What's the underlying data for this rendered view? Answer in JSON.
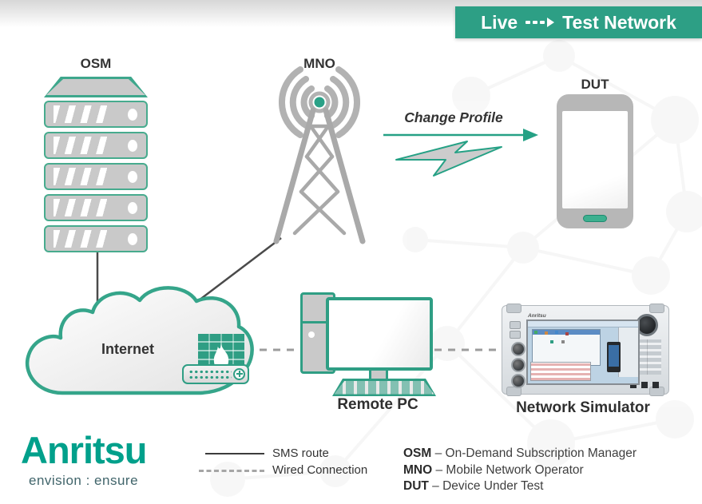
{
  "banner": {
    "prefix": "Live",
    "suffix": "Test Network"
  },
  "nodes": {
    "osm": {
      "label": "OSM"
    },
    "mno": {
      "label": "MNO"
    },
    "dut": {
      "label": "DUT"
    },
    "internet": {
      "label": "Internet"
    },
    "remote_pc": {
      "label": "Remote PC"
    },
    "network_simulator": {
      "label": "Network Simulator"
    }
  },
  "annotations": {
    "change_profile": "Change Profile"
  },
  "simulator": {
    "brand": "Anritsu"
  },
  "logo": {
    "brand": "Anritsu",
    "tagline": "envision : ensure"
  },
  "legend": [
    {
      "style": "solid",
      "label": "SMS route"
    },
    {
      "style": "dashed",
      "label": "Wired Connection"
    }
  ],
  "definitions": [
    {
      "acronym": "OSM",
      "rest": "– On-Demand Subscription Manager"
    },
    {
      "acronym": "MNO",
      "rest": "– Mobile Network Operator"
    },
    {
      "acronym": "DUT",
      "rest": "– Device Under Test"
    }
  ],
  "colors": {
    "teal": "#2f9e84",
    "banner_bg": "#2d9f85",
    "logo_teal": "#00a08b",
    "icon_gray": "#c9c9c9",
    "line_dark": "#4a4a4a"
  }
}
